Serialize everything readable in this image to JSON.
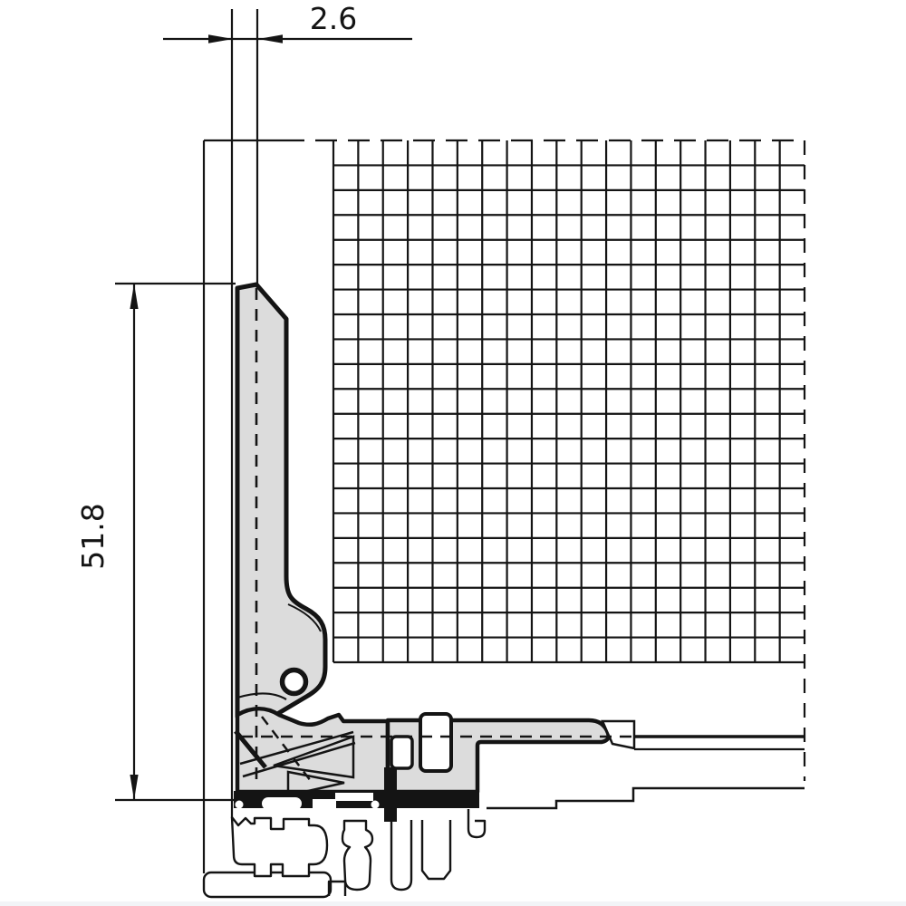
{
  "drawing": {
    "type": "technical-cross-section-drawer-slide",
    "dimension_labels": {
      "gap": "2.6",
      "height": "51.8"
    },
    "colors": {
      "part_fill": "#dcdcdc",
      "outline": "#141414",
      "background": "#ffffff"
    }
  }
}
